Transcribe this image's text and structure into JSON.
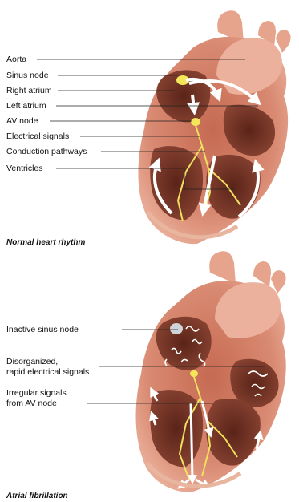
{
  "top_panel": {
    "labels": {
      "aorta": "Aorta",
      "sinus_node": "Sinus node",
      "right_atrium": "Right atrium",
      "left_atrium": "Left atrium",
      "av_node": "AV node",
      "electrical_signals": "Electrical signals",
      "conduction_pathways": "Conduction pathways",
      "ventricles": "Ventricles"
    },
    "caption": "Normal heart rhythm"
  },
  "bottom_panel": {
    "labels": {
      "inactive_sinus_node": "Inactive sinus node",
      "disorganized_line1": "Disorganized,",
      "disorganized_line2": "rapid electrical signals",
      "irregular_line1": "Irregular signals",
      "irregular_line2": "from AV node"
    },
    "caption": "Atrial fibrillation"
  },
  "colors": {
    "heart_outer": "#d9846b",
    "heart_inner": "#7a3a2c",
    "aorta": "#e8a58e",
    "signal": "#f0e060",
    "arrow": "#ffffff"
  }
}
